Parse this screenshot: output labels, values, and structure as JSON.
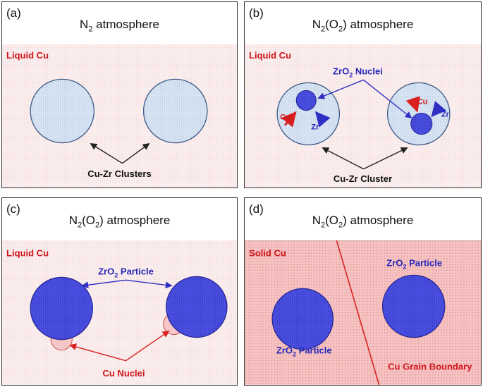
{
  "panels": {
    "a": {
      "letter": "(a)",
      "title_pre": "N",
      "title_sub": "2",
      "title_post": " atmosphere",
      "phase_label": "Liquid Cu",
      "cluster_label": "Cu-Zr Clusters"
    },
    "b": {
      "letter": "(b)",
      "title_pre": "N",
      "title_sub": "2",
      "title_mid": "(O",
      "title_sub2": "2",
      "title_post": ") atmosphere",
      "phase_label": "Liquid Cu",
      "nuclei_label_pre": "ZrO",
      "nuclei_label_sub": "2",
      "nuclei_label_post": " Nuclei",
      "cu_label": "Cu",
      "zr_label": "Zr",
      "cluster_label": "Cu-Zr Cluster"
    },
    "c": {
      "letter": "(c)",
      "title_pre": "N",
      "title_sub": "2",
      "title_mid": "(O",
      "title_sub2": "2",
      "title_post": ") atmosphere",
      "phase_label": "Liquid Cu",
      "particle_label_pre": "ZrO",
      "particle_label_sub": "2",
      "particle_label_post": " Particle",
      "nuclei_label": "Cu Nuclei"
    },
    "d": {
      "letter": "(d)",
      "title_pre": "N",
      "title_sub": "2",
      "title_mid": "(O",
      "title_sub2": "2",
      "title_post": ") atmosphere",
      "phase_label": "Solid Cu",
      "particle_label_pre": "ZrO",
      "particle_label_sub": "2",
      "particle_label_post": " Particle",
      "boundary_label": "Cu Grain Boundary"
    }
  },
  "colors": {
    "liquid_bg": "#fbeeee",
    "solid_bg": "#f4b8b8",
    "cluster_fill": "#d8e4f3",
    "particle_fill": "#4a4ee0",
    "red_text": "#d0151b",
    "blue_text": "#2727b8"
  }
}
